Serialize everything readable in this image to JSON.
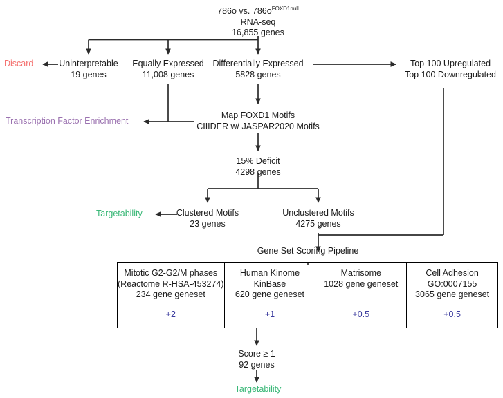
{
  "diagram": {
    "title_lines": [
      "786o vs. 786o",
      "RNA-seq",
      "16,855 genes"
    ],
    "title_superscript": "FOXD1null",
    "colors": {
      "discard": "#F4716F",
      "tf_enrichment": "#9B72B0",
      "targetability": "#3BB878",
      "score": "#3B3B9E",
      "line": "#2b2b2b"
    },
    "nodes": {
      "root": {
        "line1": "786o vs. 786o",
        "sup": "FOXD1null",
        "line2": "RNA-seq",
        "line3": "16,855 genes"
      },
      "uninterpretable": {
        "line1": "Uninterpretable",
        "line2": "19 genes"
      },
      "equally_expressed": {
        "line1": "Equally Expressed",
        "line2": "11,008 genes"
      },
      "differentially_expressed": {
        "line1": "Differentially Expressed",
        "line2": "5828 genes"
      },
      "top100": {
        "line1": "Top 100 Upregulated",
        "line2": "Top 100 Downregulated"
      },
      "map_motifs": {
        "line1": "Map FOXD1 Motifs",
        "line2": "CIIIDER w/ JASPAR2020 Motifs"
      },
      "deficit": {
        "line1": "15% Deficit",
        "line2": "4298 genes"
      },
      "clustered": {
        "line1": "Clustered Motifs",
        "line2": "23 genes"
      },
      "unclustered": {
        "line1": "Unclustered Motifs",
        "line2": "4275 genes"
      },
      "pipeline": {
        "label": "Gene Set Scoring Pipeline"
      },
      "score_threshold": {
        "line1": "Score ≥ 1",
        "line2": "92 genes"
      }
    },
    "outcomes": {
      "discard": "Discard",
      "tf_enrichment": "Transcription Factor Enrichment",
      "targetability_clustered": "Targetability",
      "targetability_final": "Targetability"
    },
    "score_table": {
      "cells": [
        {
          "lines": [
            "Mitotic G2-G2/M phases",
            "(Reactome R-HSA-453274)",
            "234 gene geneset"
          ],
          "score": "+2"
        },
        {
          "lines": [
            "Human Kinome",
            "KinBase",
            "620 gene geneset"
          ],
          "score": "+1"
        },
        {
          "lines": [
            "Matrisome",
            "1028 gene geneset"
          ],
          "score": "+0.5"
        },
        {
          "lines": [
            "Cell Adhesion",
            "GO:0007155",
            "3065 gene geneset"
          ],
          "score": "+0.5"
        }
      ]
    }
  }
}
